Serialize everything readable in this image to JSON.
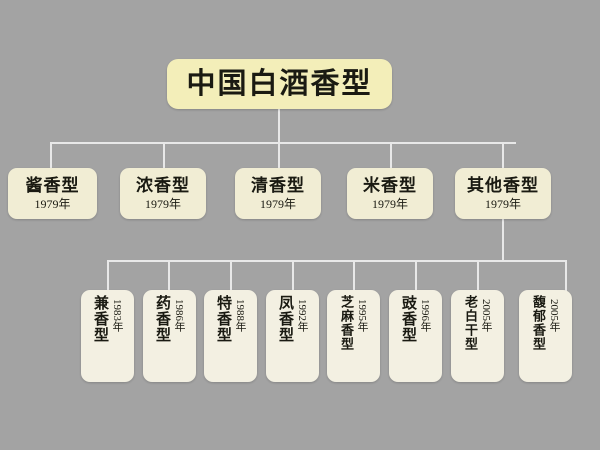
{
  "diagram": {
    "title": "中国白酒香型",
    "background_color": "#a3a3a3",
    "root_box_color": "#f3eeb9",
    "level2_box_color": "#f1edd4",
    "level3_box_color": "#f3f0e2",
    "connector_color": "#e8e8e8"
  },
  "root": {
    "label": "中国白酒香型"
  },
  "level2": [
    {
      "name": "酱香型",
      "year": "1979年"
    },
    {
      "name": "浓香型",
      "year": "1979年"
    },
    {
      "name": "清香型",
      "year": "1979年"
    },
    {
      "name": "米香型",
      "year": "1979年"
    },
    {
      "name": "其他香型",
      "year": "1979年"
    }
  ],
  "level3": [
    {
      "name": "兼香型",
      "year": "1983年"
    },
    {
      "name": "药香型",
      "year": "1986年"
    },
    {
      "name": "特香型",
      "year": "1988年"
    },
    {
      "name": "凤香型",
      "year": "1992年"
    },
    {
      "name": "芝麻香型",
      "year": "1995年"
    },
    {
      "name": "豉香型",
      "year": "1996年"
    },
    {
      "name": "老白干型",
      "year": "2005年"
    },
    {
      "name": "馥郁香型",
      "year": "2005年"
    }
  ]
}
